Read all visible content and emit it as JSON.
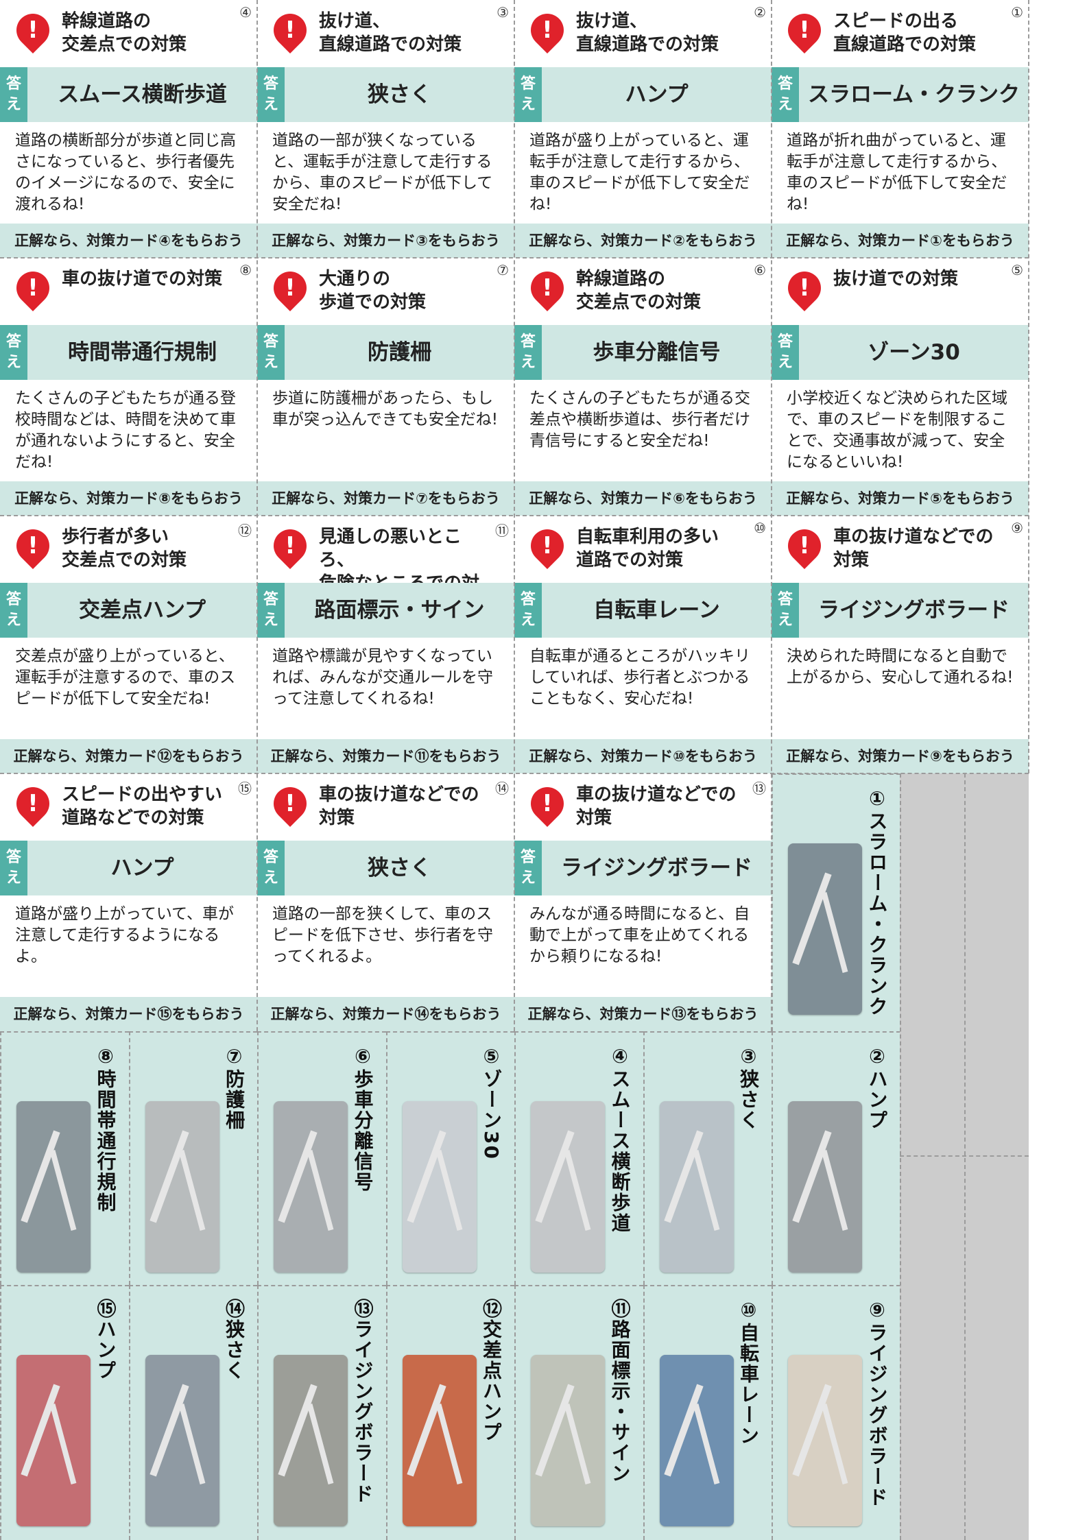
{
  "cards": [
    {
      "num": "④",
      "title": "幹線道路の\n交差点での対策",
      "answer": "スムース横断歩道",
      "body": "道路の横断部分が歩道と同じ高さになっていると、歩行者優先のイメージになるので、安全に渡れるね!",
      "footer": "正解なら、対策カード④をもらおう"
    },
    {
      "num": "③",
      "title": "抜け道、\n直線道路での対策",
      "answer": "狭さく",
      "body": "道路の一部が狭くなっていると、運転手が注意して走行するから、車のスピードが低下して安全だね!",
      "footer": "正解なら、対策カード③をもらおう"
    },
    {
      "num": "②",
      "title": "抜け道、\n直線道路での対策",
      "answer": "ハンプ",
      "body": "道路が盛り上がっていると、運転手が注意して走行するから、車のスピードが低下して安全だね!",
      "footer": "正解なら、対策カード②をもらおう"
    },
    {
      "num": "①",
      "title": "スピードの出る\n直線道路での対策",
      "answer": "スラローム・クランク",
      "body": "道路が折れ曲がっていると、運転手が注意して走行するから、車のスピードが低下して安全だね!",
      "footer": "正解なら、対策カード①をもらおう"
    },
    {
      "num": "⑧",
      "title": "車の抜け道での対策",
      "answer": "時間帯通行規制",
      "body": "たくさんの子どもたちが通る登校時間などは、時間を決めて車が通れないようにすると、安全だね!",
      "footer": "正解なら、対策カード⑧をもらおう"
    },
    {
      "num": "⑦",
      "title": "大通りの\n歩道での対策",
      "answer": "防護柵",
      "body": "歩道に防護柵があったら、もし車が突っ込んできても安全だね!",
      "footer": "正解なら、対策カード⑦をもらおう"
    },
    {
      "num": "⑥",
      "title": "幹線道路の\n交差点での対策",
      "answer": "歩車分離信号",
      "body": "たくさんの子どもたちが通る交差点や横断歩道は、歩行者だけ青信号にすると安全だね!",
      "footer": "正解なら、対策カード⑥をもらおう"
    },
    {
      "num": "⑤",
      "title": "抜け道での対策",
      "answer": "ゾーン30",
      "body": "小学校近くなど決められた区域で、車のスピードを制限することで、交通事故が減って、安全になるといいね!",
      "footer": "正解なら、対策カード⑤をもらおう"
    },
    {
      "num": "⑫",
      "title": "歩行者が多い\n交差点での対策",
      "answer": "交差点ハンプ",
      "body": "交差点が盛り上がっていると、運転手が注意するので、車のスピードが低下して安全だね!",
      "footer": "正解なら、対策カード⑫をもらおう"
    },
    {
      "num": "⑪",
      "title": "見通しの悪いところ、\n危険なところでの対策",
      "answer": "路面標示・サイン",
      "body": "道路や標識が見やすくなっていれば、みんなが交通ルールを守って注意してくれるね!",
      "footer": "正解なら、対策カード⑪をもらおう"
    },
    {
      "num": "⑩",
      "title": "自転車利用の多い\n道路での対策",
      "answer": "自転車レーン",
      "body": "自転車が通るところがハッキリしていれば、歩行者とぶつかることもなく、安心だね!",
      "footer": "正解なら、対策カード⑩をもらおう"
    },
    {
      "num": "⑨",
      "title": "車の抜け道などでの\n対策",
      "answer": "ライジングボラード",
      "body": "決められた時間になると自動で上がるから、安心して通れるね!",
      "footer": "正解なら、対策カード⑨をもらおう"
    },
    {
      "num": "⑮",
      "title": "スピードの出やすい\n道路などでの対策",
      "answer": "ハンプ",
      "body": "道路が盛り上がっていて、車が注意して走行するようになるよ。",
      "footer": "正解なら、対策カード⑮をもらおう"
    },
    {
      "num": "⑭",
      "title": "車の抜け道などでの\n対策",
      "answer": "狭さく",
      "body": "道路の一部を狭くして、車のスピードを低下させ、歩行者を守ってくれるよ。",
      "footer": "正解なら、対策カード⑭をもらおう"
    },
    {
      "num": "⑬",
      "title": "車の抜け道などでの\n対策",
      "answer": "ライジングボラード",
      "body": "みんなが通る時間になると、自動で上がって車を止めてくれるから頼りになるね!",
      "footer": "正解なら、対策カード⑬をもらおう"
    }
  ],
  "photo_cards": [
    {
      "label": "①スラローム・クランク"
    },
    {
      "label": "②ハンプ"
    },
    {
      "label": "③狭さく"
    },
    {
      "label": "④スムース横断歩道"
    },
    {
      "label": "⑤ゾーン30"
    },
    {
      "label": "⑥歩車分離信号"
    },
    {
      "label": "⑦防護柵"
    },
    {
      "label": "⑧時間帯通行規制"
    },
    {
      "label": "⑨ライジングボラード"
    },
    {
      "label": "⑩自転車レーン"
    },
    {
      "label": "⑪路面標示・サイン"
    },
    {
      "label": "⑫交差点ハンプ"
    },
    {
      "label": "⑬ライジングボラード"
    },
    {
      "label": "⑭狭さく"
    },
    {
      "label": "⑮ハンプ"
    }
  ],
  "answer_tag": "答え",
  "pin_mark": "!",
  "colors": {
    "pin": "#e0222b",
    "tag": "#52b0a6",
    "band": "#cfe7e3",
    "grey": "#cccccc"
  },
  "icons": [
    "exclamation-pin-icon"
  ]
}
